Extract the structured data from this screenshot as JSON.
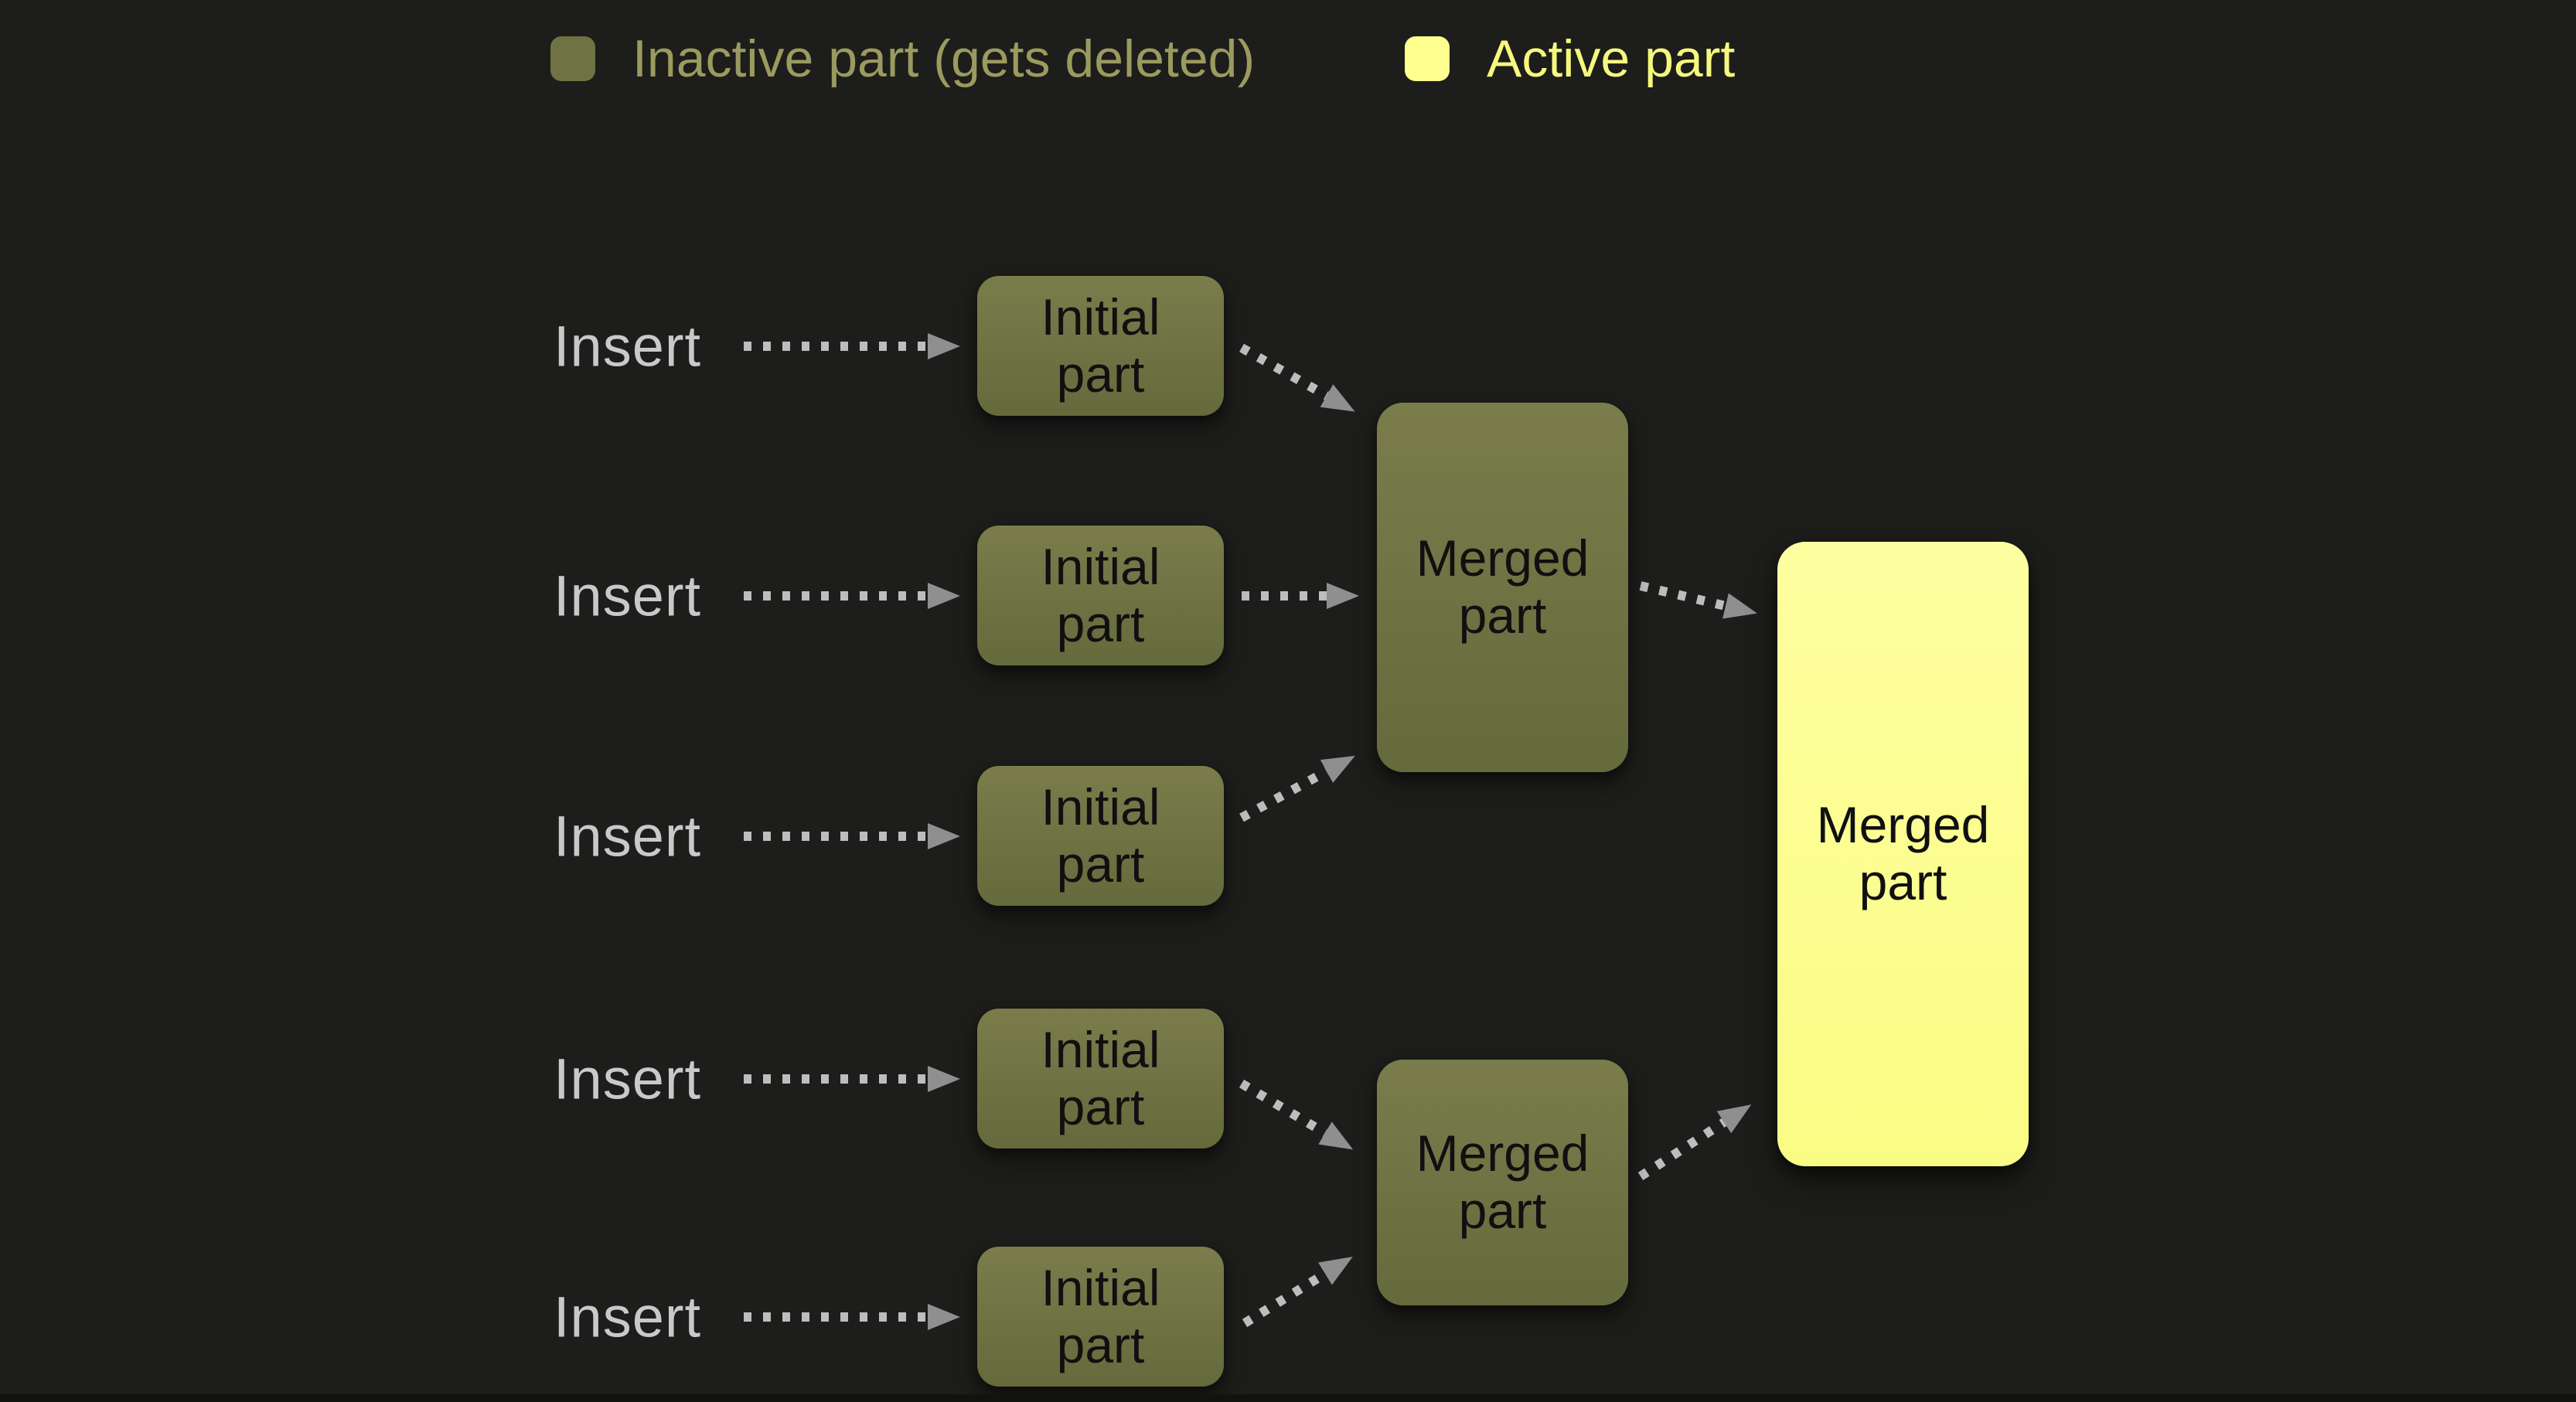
{
  "colors": {
    "background": "#1d1d1b",
    "inactive-fill": "#6f7243",
    "inactive-fill-top": "#7a7c4b",
    "inactive-fill-bottom": "#656a3c",
    "active-fill": "#fdff8e",
    "active-fill-top": "#feffa0",
    "active-fill-bottom": "#f9fc84",
    "node-text": "#101010",
    "insert-text": "#c9c9c9",
    "legend-inactive-text": "#9b9a5f",
    "legend-active-text": "#f6f87e",
    "arrow-dash": "#bdbdbd",
    "arrow-head": "#8f8f8f",
    "bottom-strip": "#121211"
  },
  "legend": {
    "items": [
      {
        "label": "Inactive part (gets deleted)",
        "swatch": "inactive"
      },
      {
        "label": "Active part",
        "swatch": "active"
      }
    ]
  },
  "rows": [
    {
      "insert": "Insert",
      "part": "Initial part"
    },
    {
      "insert": "Insert",
      "part": "Initial part"
    },
    {
      "insert": "Insert",
      "part": "Initial part"
    },
    {
      "insert": "Insert",
      "part": "Initial part"
    },
    {
      "insert": "Insert",
      "part": "Initial part"
    }
  ],
  "merged_inactive": [
    {
      "label": "Merged part"
    },
    {
      "label": "Merged part"
    }
  ],
  "merged_active": {
    "label": "Merged part"
  }
}
